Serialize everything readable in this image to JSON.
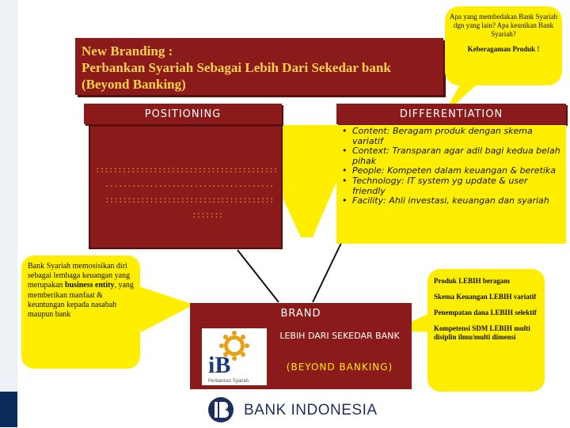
{
  "title": {
    "line1": "New Branding :",
    "line2": "Perbankan Syariah Sebagai Lebih Dari Sekedar bank",
    "line3": "(Beyond Banking)"
  },
  "callout": {
    "question": "Apa yang membedakan Bank Syariah dgn yang lain? Apa keunikan Bank Syariah?",
    "emphasis": "Keberagaman Produk !"
  },
  "positioning": {
    "header": "POSITIONING"
  },
  "differentiation": {
    "header": "DIFFERENTIATION",
    "items": [
      "Content: Beragam produk dengan skema variatif",
      "Context: Transparan agar adil bagi kedua belah pihak",
      "People: Kompeten dalam keuangan & beretika",
      "Technology: IT system yg update & user friendly",
      "Facility: Ahli investasi, keuangan dan syariah"
    ]
  },
  "left_note": {
    "part1": "Bank Syariah memosisikan diri sebagai lembaga keuangan yang merupakan",
    "bold1": "business entity",
    "part2": ", yang memberikan manfaat & keuntungan kepada nasabah maupun bank"
  },
  "brand": {
    "header": "BRAND",
    "line1": "LEBIH DARI SEKEDAR BANK",
    "line2": "(BEYOND BANKING)",
    "logo_text": "iB",
    "logo_caption": "Perbankan Syariah"
  },
  "right_note": {
    "items": [
      "Produk LEBIH beragam",
      "Skema Keuangan LEBIH variatif",
      "Penempatan dana LEBIH selektif",
      "Kompetensi SDM LEBIH multi disiplin ilmu/multi dimensi"
    ]
  },
  "footer": {
    "logo_text": "BANK INDONESIA"
  },
  "colors": {
    "maroon": "#8b1a1a",
    "yellow": "#ffee00",
    "gold_text": "#ffd34a",
    "navy": "#1c2f5c"
  }
}
